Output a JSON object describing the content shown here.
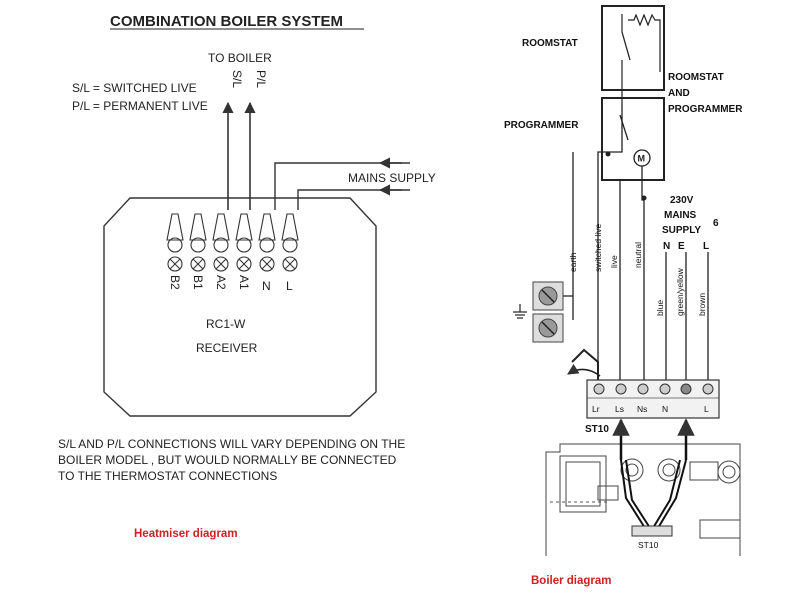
{
  "left": {
    "title": "COMBINATION BOILER SYSTEM",
    "to_boiler": "TO BOILER",
    "sl_tag": "S/L",
    "pl_tag": "P/L",
    "legend_sl": "S/L = SWITCHED LIVE",
    "legend_pl": "P/L = PERMANENT LIVE",
    "mains_supply": "MAINS SUPPLY",
    "terminals": [
      "B2",
      "B1",
      "A2",
      "A1",
      "N",
      "L"
    ],
    "receiver_model": "RC1-W",
    "receiver_label": "RECEIVER",
    "note_lines": [
      "S/L  AND P/L CONNECTIONS WILL VARY DEPENDING ON THE",
      "BOILER MODEL  , BUT WOULD NORMALLY BE CONNECTED",
      "TO THE THERMOSTAT CONNECTIONS"
    ],
    "caption": "Heatmiser diagram"
  },
  "right": {
    "roomstat": "ROOMSTAT",
    "programmer": "PROGRAMMER",
    "roomstat_and_programmer": [
      "ROOMSTAT",
      "AND",
      "PROGRAMMER"
    ],
    "motor_symbol": "M",
    "supply_voltage": "230V",
    "mains": "MAINS",
    "supply": "SUPPLY",
    "supply_terminals": [
      "N",
      "E",
      "L"
    ],
    "six": "6",
    "wire_labels": [
      "earth",
      "switched live",
      "live",
      "neutral",
      "blue",
      "green/yellow",
      "brown"
    ],
    "terminal_strip": [
      "Lr",
      "Ls",
      "Ns",
      "N",
      "L"
    ],
    "strip_id": "ST10",
    "board_id": "ST10",
    "caption": "Boiler diagram"
  }
}
